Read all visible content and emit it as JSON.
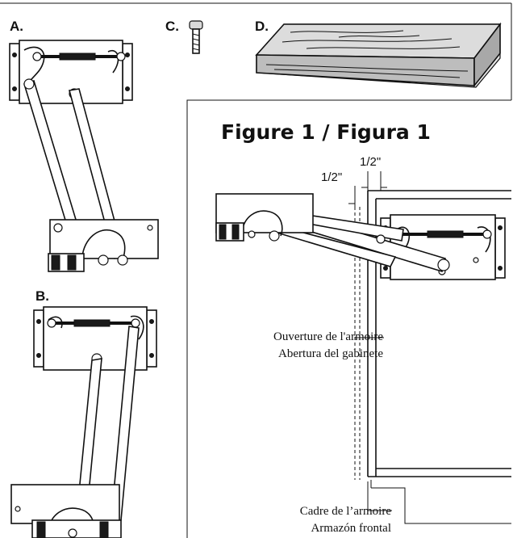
{
  "parts": {
    "a": "A.",
    "b": "B.",
    "c": "C.",
    "d": "D."
  },
  "figure": {
    "title": "Figure 1 / Figura 1",
    "dimension_left": "1/2\"",
    "dimension_right": "1/2\""
  },
  "callouts": {
    "opening_fr": "Ouverture de l'armoire",
    "opening_es": "Abertura del gabinete",
    "frame_fr": "Cadre de l’armoire",
    "frame_es": "Armazón frontal"
  }
}
